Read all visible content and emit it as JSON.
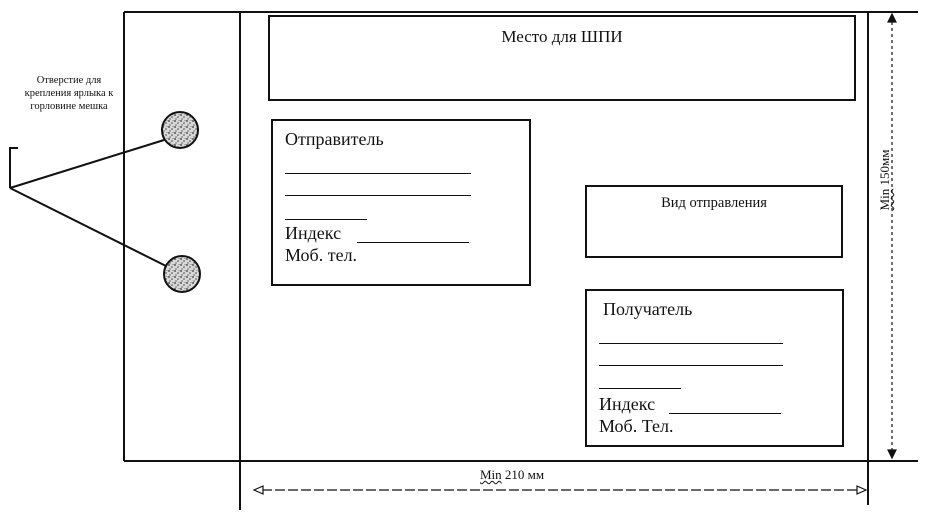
{
  "diagram": {
    "type": "bag-tag-layout",
    "hole_label": "Отверстие для крепления ярлыка к горловине мешка",
    "barcode_area": {
      "label": "Место для ШПИ"
    },
    "sender": {
      "title": "Отправитель",
      "index_label": "Индекс",
      "phone_label": "Моб. тел."
    },
    "shipment_type": {
      "label": "Вид отправления"
    },
    "recipient": {
      "title": "Получатель",
      "index_label": "Индекс",
      "phone_label": "Моб. Тел."
    },
    "dimensions": {
      "height": {
        "prefix": "Min",
        "value": "150мм"
      },
      "width": {
        "prefix": "Min",
        "value": "210 мм"
      }
    },
    "colors": {
      "stroke": "#111111",
      "background": "#ffffff",
      "hole_fill": "#bdbdbd"
    }
  }
}
